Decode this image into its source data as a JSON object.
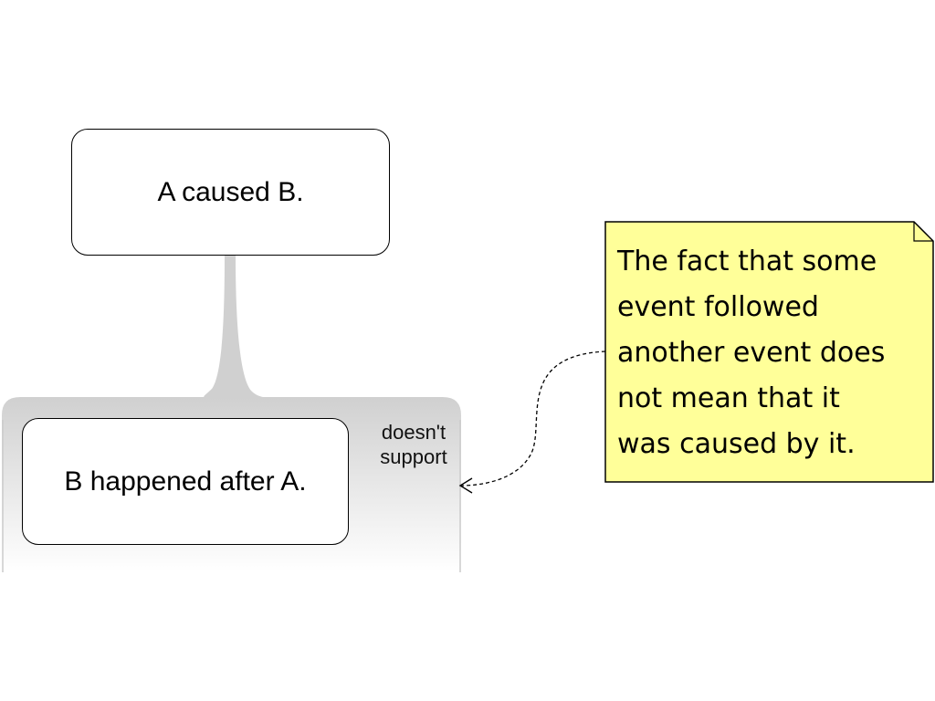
{
  "claim": {
    "text": "A caused B."
  },
  "premise": {
    "text": "B happened after A."
  },
  "relation": {
    "line1": "doesn't",
    "line2": "support"
  },
  "note": {
    "lines": [
      "The fact that some",
      "event followed",
      "another event does",
      "not mean that it",
      "was caused by it."
    ]
  },
  "colors": {
    "note_fill": "#ffff99",
    "container": "#d0d0d0"
  }
}
